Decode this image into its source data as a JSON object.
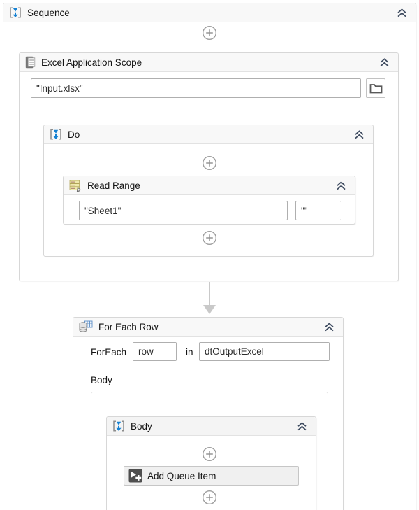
{
  "palette": {
    "accent_blue": "#1581d2",
    "chevron_color": "#3d4a5f",
    "container_border": "#d7d7d7",
    "header_bg": "#f8f8f8",
    "connector_gray": "#c9c9c9"
  },
  "sequence": {
    "title": "Sequence"
  },
  "excel_scope": {
    "title": "Excel Application Scope",
    "filename_value": "\"Input.xlsx\""
  },
  "do_sequence": {
    "title": "Do"
  },
  "read_range": {
    "title": "Read Range",
    "sheet_value": "\"Sheet1\"",
    "range_value": "\"\""
  },
  "for_each_row": {
    "title": "For Each Row",
    "foreach_label": "ForEach",
    "item_value": "row",
    "in_label": "in",
    "collection_value": "dtOutputExcel",
    "body_label": "Body"
  },
  "body_sequence": {
    "title": "Body"
  },
  "add_queue_item": {
    "title": "Add Queue Item"
  }
}
